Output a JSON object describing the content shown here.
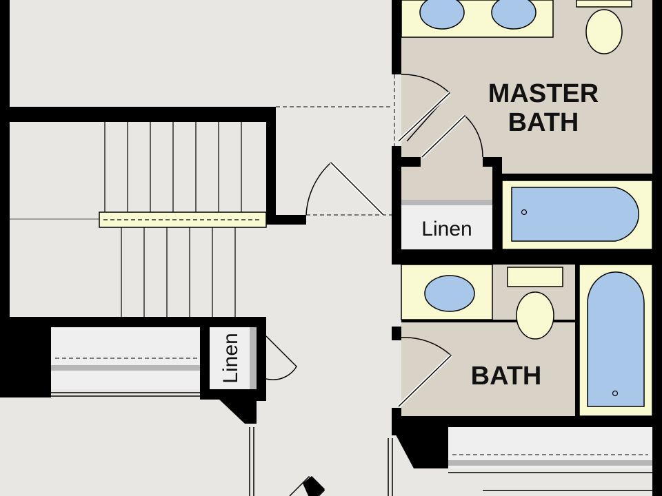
{
  "labels": {
    "master_bath_line1": "MASTER",
    "master_bath_line2": "BATH",
    "bath": "BATH",
    "linen_upper": "Linen",
    "linen_lower": "Linen"
  },
  "colors": {
    "floor": "#e9e7e3",
    "bath_floor": "#d9d2c6",
    "fixture_fill": "#fafad2",
    "water": "#a9c7e8",
    "wall": "#000000",
    "shelf": "#b7b7b7"
  }
}
